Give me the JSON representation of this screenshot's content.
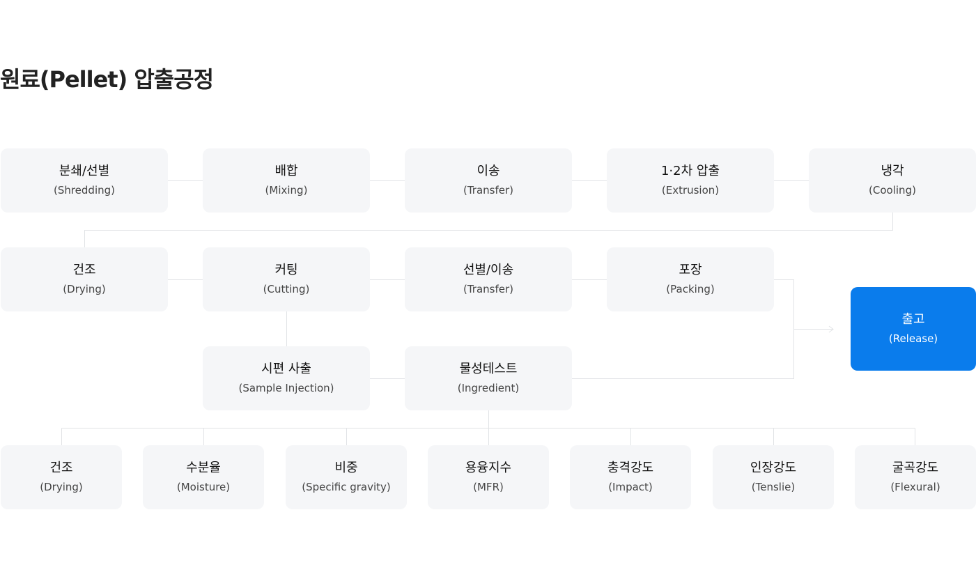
{
  "title": "원료(Pellet) 압출공정",
  "row1": [
    {
      "ko": "분쇄/선별",
      "en": "(Shredding)"
    },
    {
      "ko": "배합",
      "en": "(Mixing)"
    },
    {
      "ko": "이송",
      "en": "(Transfer)"
    },
    {
      "ko": "1·2차 압출",
      "en": "(Extrusion)"
    },
    {
      "ko": "냉각",
      "en": "(Cooling)"
    }
  ],
  "row2": [
    {
      "ko": "건조",
      "en": "(Drying)"
    },
    {
      "ko": "커팅",
      "en": "(Cutting)"
    },
    {
      "ko": "선별/이송",
      "en": "(Transfer)"
    },
    {
      "ko": "포장",
      "en": "(Packing)"
    }
  ],
  "row3": [
    {
      "ko": "시편 사출",
      "en": "(Sample Injection)"
    },
    {
      "ko": "물성테스트",
      "en": "(Ingredient)"
    }
  ],
  "release": {
    "ko": "출고",
    "en": "(Release)"
  },
  "tests": [
    {
      "ko": "건조",
      "en": "(Drying)"
    },
    {
      "ko": "수분율",
      "en": "(Moisture)"
    },
    {
      "ko": "비중",
      "en": "(Specific gravity)"
    },
    {
      "ko": "용융지수",
      "en": "(MFR)"
    },
    {
      "ko": "충격강도",
      "en": "(Impact)"
    },
    {
      "ko": "인장강도",
      "en": "(Tenslie)"
    },
    {
      "ko": "굴곡강도",
      "en": "(Flexural)"
    }
  ],
  "colors": {
    "box_bg": "#f5f6f8",
    "line": "#e1e3e6",
    "accent": "#0a7cec",
    "title": "#222222"
  }
}
